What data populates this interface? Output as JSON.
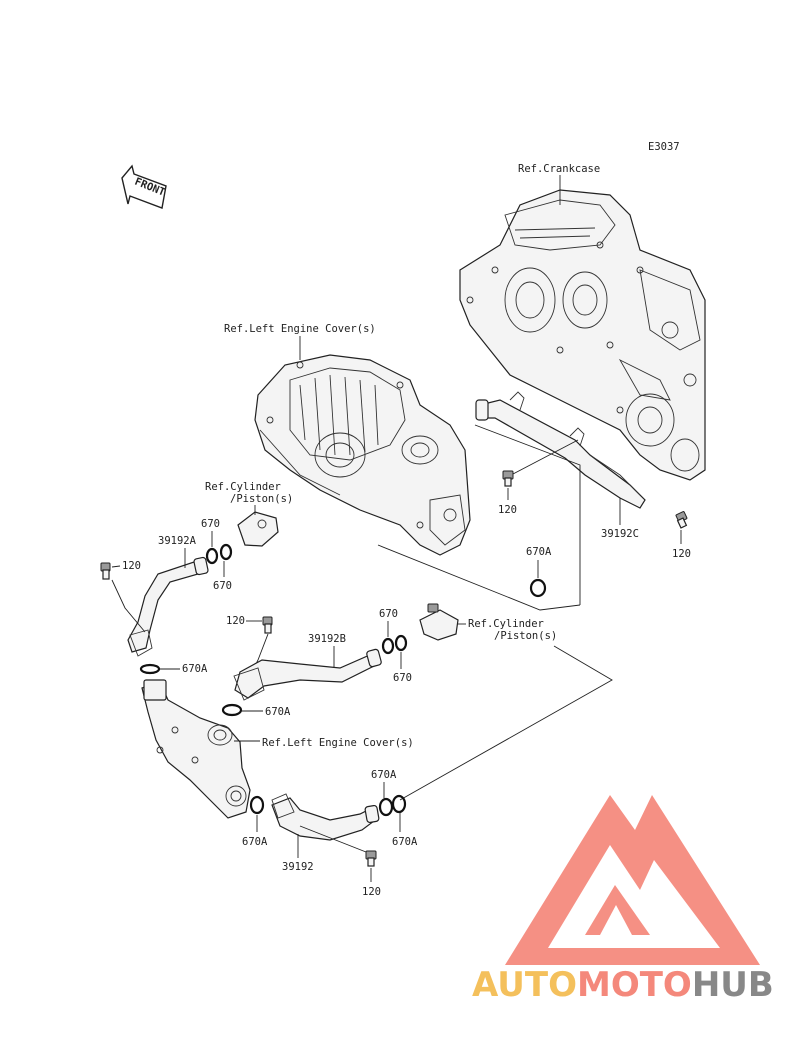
{
  "diagram_code": "E3037",
  "front_label": "FRONT",
  "labels": {
    "ref_crankcase": "Ref.Crankcase",
    "ref_left_engine_cover_top": "Ref.Left Engine Cover(s)",
    "ref_cylinder_left_line1": "Ref.Cylinder",
    "ref_cylinder_left_line2": "/Piston(s)",
    "ref_cylinder_right_line1": "Ref.Cylinder",
    "ref_cylinder_right_line2": "/Piston(s)",
    "ref_left_engine_cover_bottom": "Ref.Left Engine Cover(s)"
  },
  "part_numbers": {
    "p120_a": "120",
    "p120_b": "120",
    "p120_c": "120",
    "p120_d": "120",
    "p120_e": "120",
    "p39192": "39192",
    "p39192a": "39192A",
    "p39192b": "39192B",
    "p39192c": "39192C",
    "p670_a": "670",
    "p670_b": "670",
    "p670_c": "670",
    "p670_d": "670",
    "p670a_a": "670A",
    "p670a_b": "670A",
    "p670a_c": "670A",
    "p670a_d": "670A",
    "p670a_e": "670A",
    "p670a_f": "670A"
  },
  "watermark": {
    "word_part1": "AUTO",
    "word_part2": "MOTO",
    "word_part3": "HUB",
    "color_accent": "#f26b5b",
    "color_secondary": "#f2b134",
    "color_dark": "#6b6b6b"
  }
}
